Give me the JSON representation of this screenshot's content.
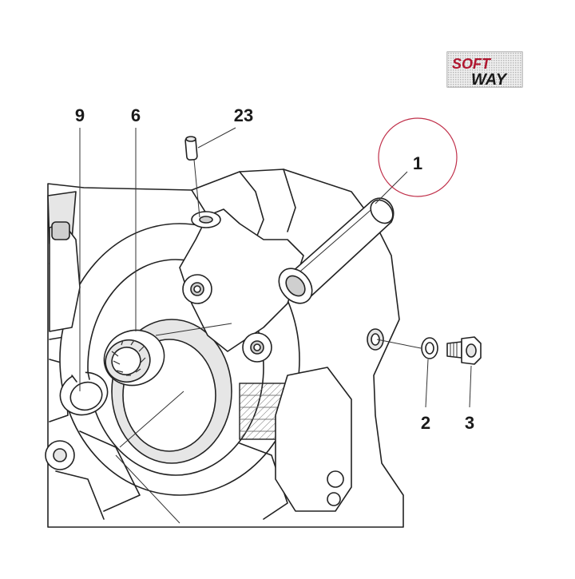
{
  "logo": {
    "line1": "SOFT",
    "line2": "WAY"
  },
  "callouts": [
    {
      "id": "1",
      "label": "1"
    },
    {
      "id": "2",
      "label": "2"
    },
    {
      "id": "3",
      "label": "3"
    },
    {
      "id": "6",
      "label": "6"
    },
    {
      "id": "9",
      "label": "9"
    },
    {
      "id": "23",
      "label": "23"
    }
  ],
  "colors": {
    "highlight_circle": "#c0304a",
    "line": "#222222",
    "logo_bg": "#d8d8d8"
  }
}
